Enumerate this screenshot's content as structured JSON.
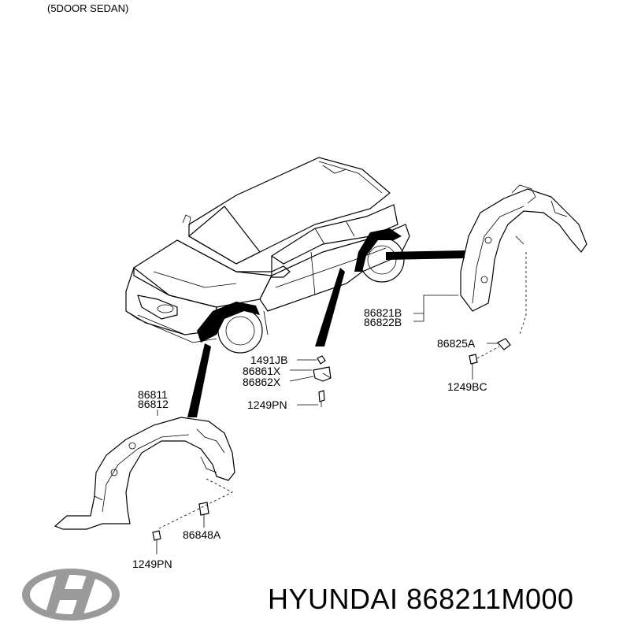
{
  "header": {
    "variant": "(5DOOR SEDAN)"
  },
  "labels": {
    "front_upper": "86811",
    "front_lower": "86812",
    "rear_upper": "86821B",
    "rear_lower": "86822B",
    "rear_clip": "86825A",
    "rear_screw": "1249BC",
    "mid_clip": "1491JB",
    "mid_bracket_1": "86861X",
    "mid_bracket_2": "86862X",
    "mid_screw": "1249PN",
    "front_clip": "86848A",
    "front_screw": "1249PN"
  },
  "caption": "HYUNDAI 868211M000",
  "icons": {
    "logo": "hyundai-logo-icon"
  },
  "colors": {
    "ink": "#000000",
    "logo_silver": "#9a9a9a"
  }
}
